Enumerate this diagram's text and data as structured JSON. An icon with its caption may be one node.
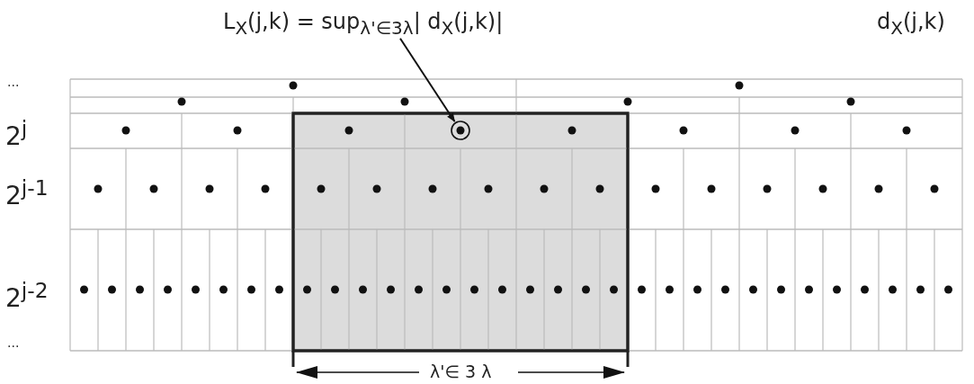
{
  "diagram": {
    "nodes": [
      {
        "text": [
          "L$_{X}$(j,k) = sup$_{λ'∈3λ}$| d$_{X}$(j,k)|"
        ]
      },
      {
        "text": [],
        "shape": "circle"
      }
    ],
    "edges": [
      {
        "from": 0,
        "to": 1,
        "arrow": "to"
      }
    ],
    "labels": [
      "d$_{X}$(j,k)",
      "...",
      "2$^{j}$",
      "2$^{j-1}$",
      "2$^{j-2}$",
      "...",
      "λ'∈ 3 λ"
    ]
  }
}
